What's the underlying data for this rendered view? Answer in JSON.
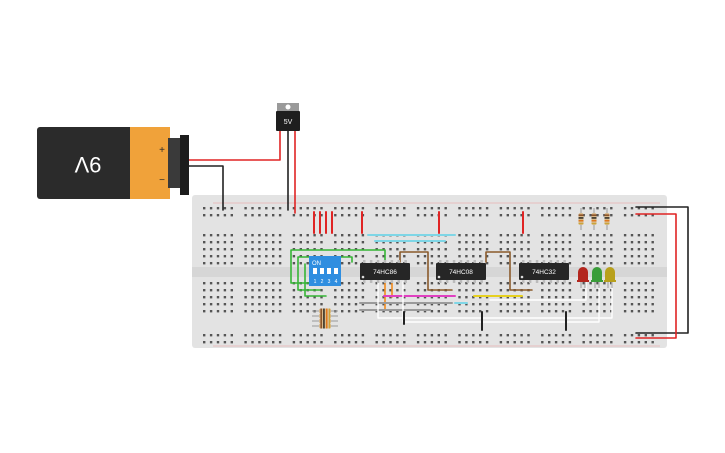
{
  "battery": {
    "label": "9V",
    "plus": "+",
    "minus": "−"
  },
  "regulator": {
    "label": "5V"
  },
  "dip_switch": {
    "label": "ON",
    "pins": [
      "1",
      "2",
      "3",
      "4"
    ]
  },
  "chips": [
    {
      "label": "74HC86"
    },
    {
      "label": "74HC08"
    },
    {
      "label": "74HC32"
    }
  ],
  "leds": [
    {
      "color": "#b3261e"
    },
    {
      "color": "#3a9d3a"
    },
    {
      "color": "#b8a01c"
    }
  ],
  "colors": {
    "wire_red": "#e02424",
    "wire_black": "#222222",
    "wire_green": "#35b535",
    "wire_brown": "#8a5a2b",
    "wire_orange": "#f08a1c",
    "wire_cyan": "#7fd6e6",
    "wire_magenta": "#e040c0",
    "wire_yellow": "#e6d020",
    "wire_gray": "#9a9a9a",
    "wire_white": "#ffffff",
    "breadboard": "#e3e3e3",
    "dip_blue": "#2f8ee0"
  }
}
